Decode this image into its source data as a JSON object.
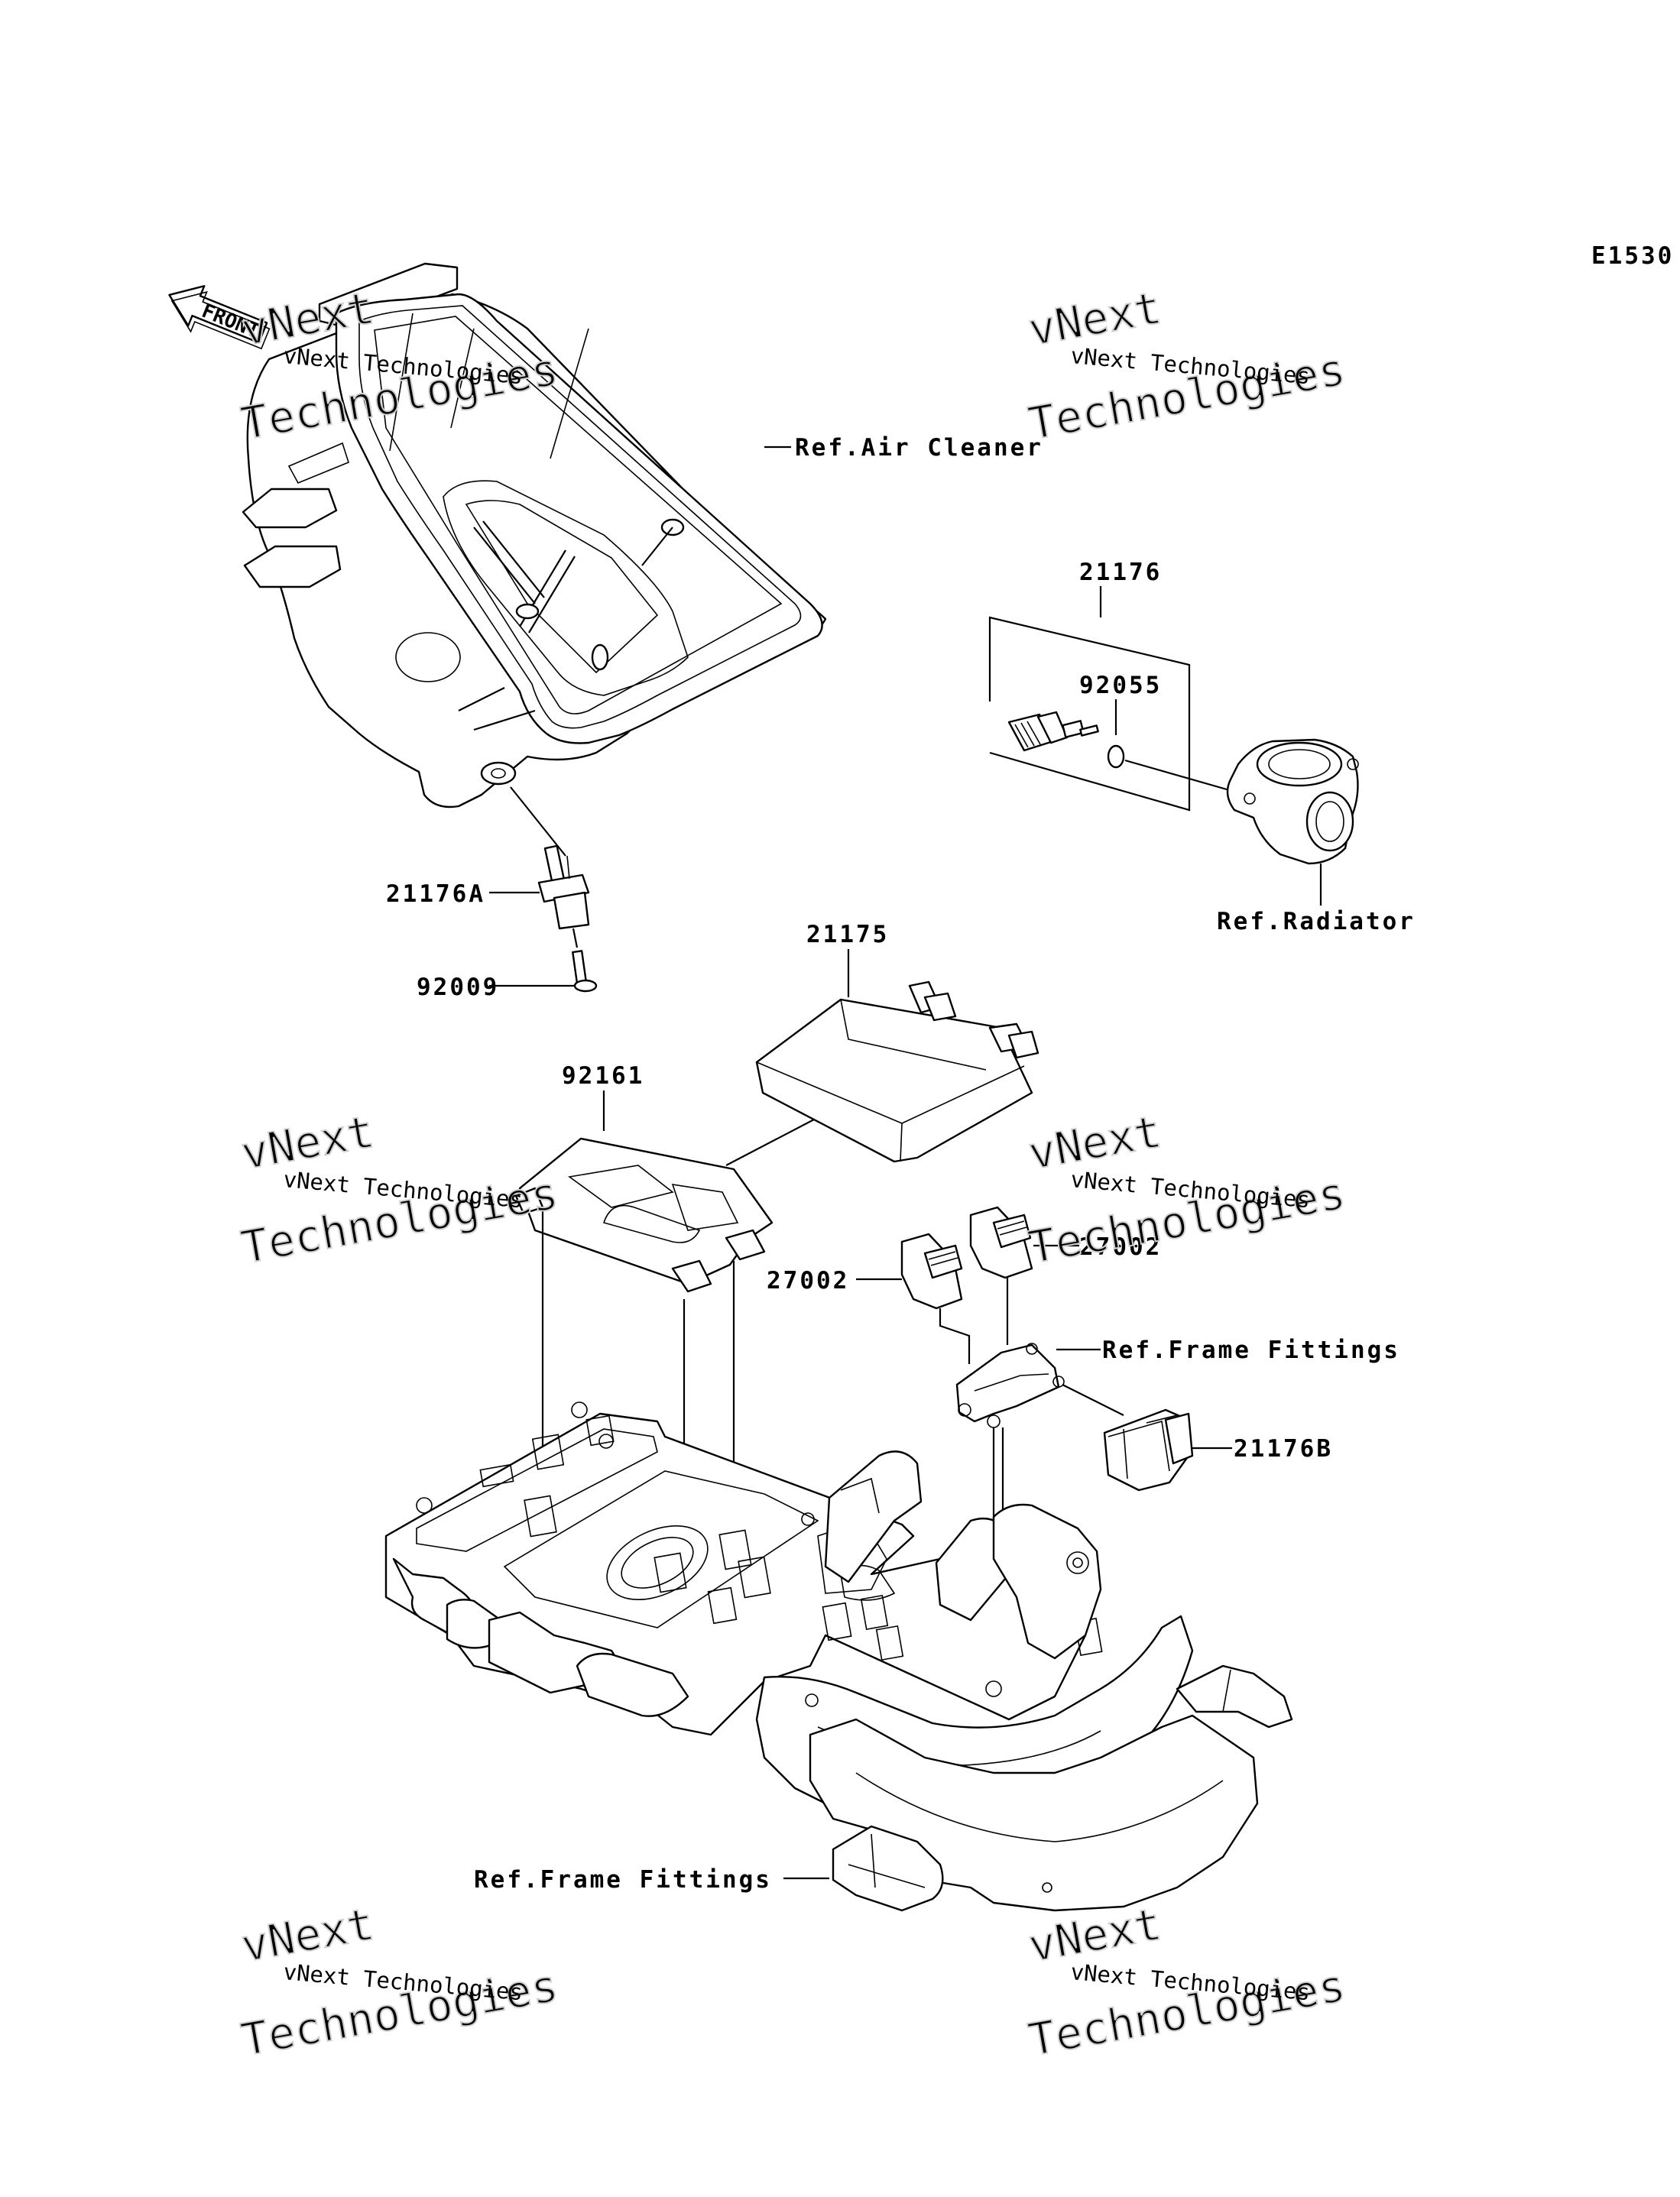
{
  "diagram_code": "E1530",
  "front_marker": "FRONT",
  "watermark": {
    "line1": "vNext Technologies",
    "line2": "vNext",
    "line3": "Technologies"
  },
  "labels": {
    "ref_air_cleaner": "Ref.Air Cleaner",
    "p21176": "21176",
    "p92055": "92055",
    "ref_radiator": "Ref.Radiator",
    "p21176A": "21176A",
    "p92009": "92009",
    "p21175": "21175",
    "p92161": "92161",
    "p27002_right": "27002",
    "p27002_left": "27002",
    "ref_frame_fittings_mid": "Ref.Frame Fittings",
    "p21176B": "21176B",
    "ref_frame_fittings_bottom": "Ref.Frame Fittings"
  }
}
